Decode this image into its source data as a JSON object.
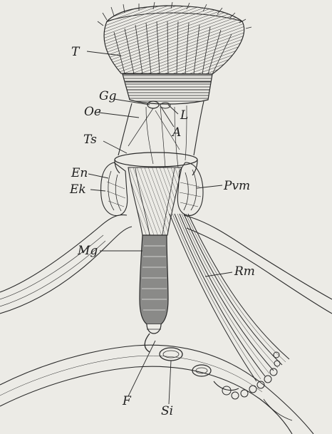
{
  "figure": {
    "labels": {
      "T": "T",
      "Gg": "Gg",
      "Oe": "Oe",
      "Ts": "Ts",
      "L": "L",
      "A": "A",
      "En": "En",
      "Ek": "Ek",
      "Pvm": "Pvm",
      "Mg": "Mg",
      "Rm": "Rm",
      "F": "F",
      "Si": "Si"
    },
    "colors": {
      "paper": "#ecebe6",
      "ink": "#2a2a2a"
    }
  }
}
